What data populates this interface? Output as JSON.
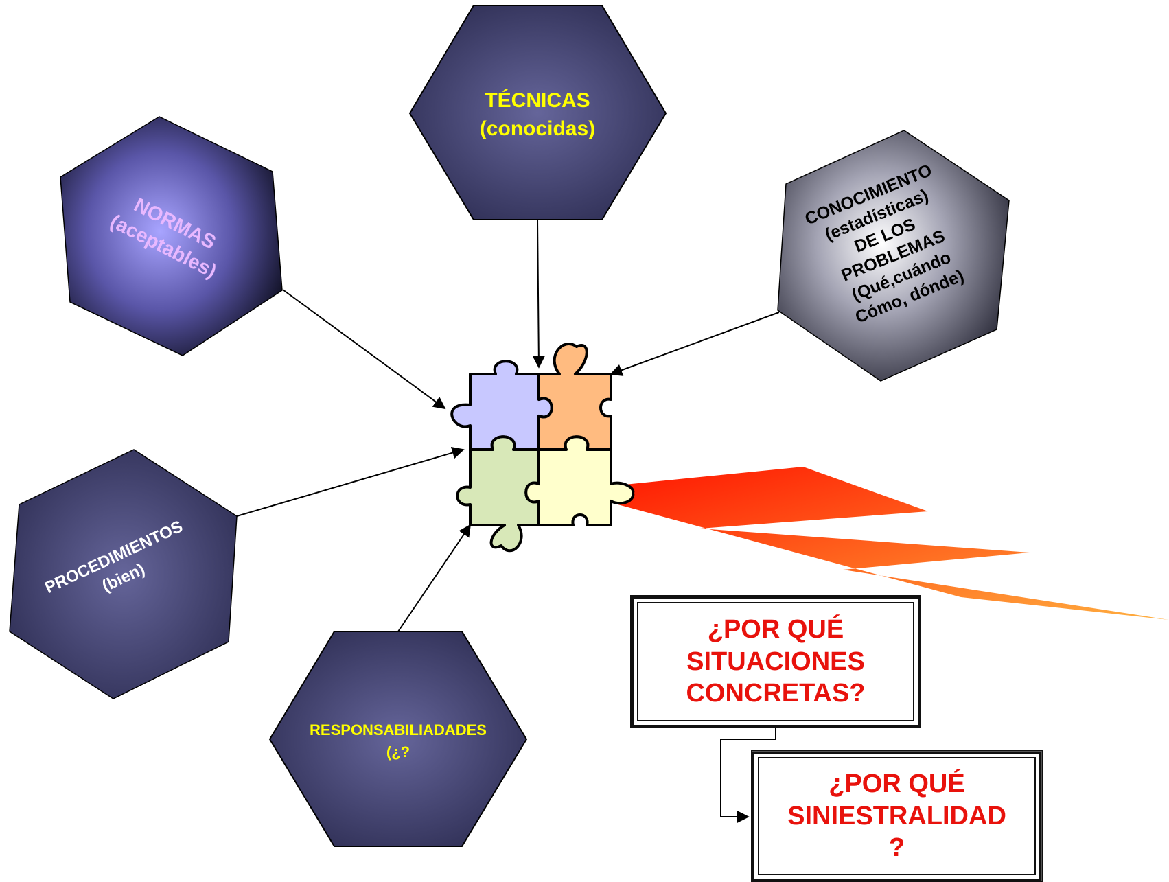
{
  "hexagons": {
    "tecnicas": {
      "line1": "TÉCNICAS",
      "line2": "(conocidas)",
      "text_color": "#ffff00"
    },
    "normas": {
      "line1": "NORMAS",
      "line2": "(aceptables)",
      "text_color": "#e8b8ff"
    },
    "conocimiento": {
      "lines": [
        "CONOCIMIENTO",
        "(estadísticas)",
        "DE LOS",
        "PROBLEMAS",
        "(Qué,cuándo",
        "Cómo, dónde)"
      ],
      "text_color": "#000000"
    },
    "procedimientos": {
      "line1": "PROCEDIMIENTOS",
      "line2": "(bien)",
      "text_color": "#ffffff"
    },
    "responsabilidades": {
      "line1": "RESPONSABILIADADES",
      "line2": "(¿?",
      "text_color": "#ffff00"
    }
  },
  "boxes": {
    "situaciones": "¿POR QUÉ\nSITUACIONES\nCONCRETAS?",
    "siniestralidad": "¿POR QUÉ\nSINIESTRALIDAD\n?"
  },
  "colors": {
    "hex_dark": "#3e3e68",
    "hex_light": "#9a96ff",
    "hex_grey": "#3c3c4a",
    "puzzle_blue": "#c8c8ff",
    "puzzle_orange": "#ffbb80",
    "puzzle_green": "#d8e8b8",
    "puzzle_yellow": "#ffffcc",
    "bolt_red": "#ff1a00",
    "bolt_orange": "#ffa030",
    "box_text": "#e8120c"
  }
}
